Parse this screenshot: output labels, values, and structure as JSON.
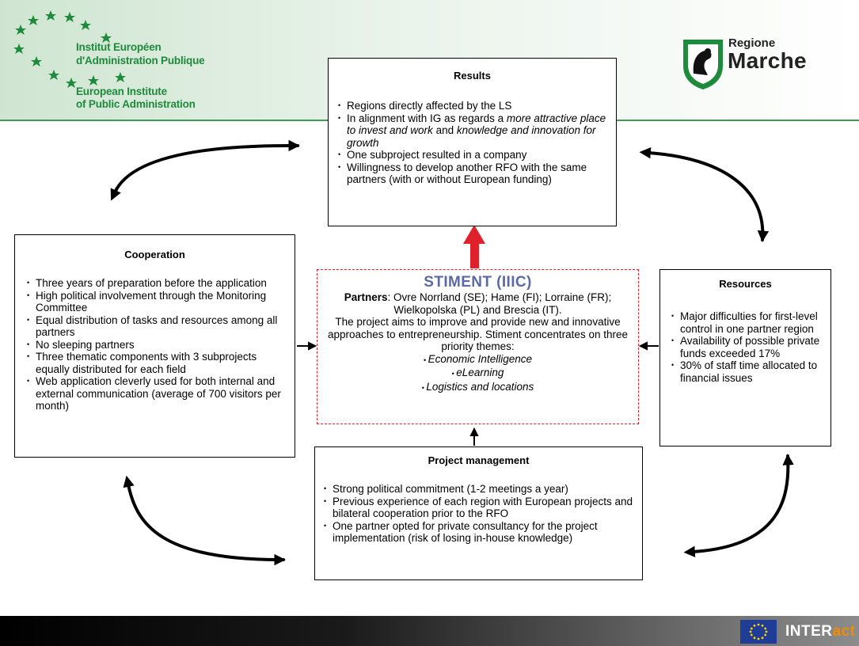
{
  "header": {
    "eipa_lines": [
      "Institut Européen",
      "d'Administration Publique",
      "European Institute",
      "of Public Administration"
    ],
    "marche_small": "Regione",
    "marche_big": "Marche"
  },
  "results": {
    "title": "Results",
    "items": [
      {
        "t": "Regions directly affected by the LS"
      },
      {
        "parts": [
          {
            "t": "In alignment with IG as regards a "
          },
          {
            "t": "more attractive place to invest and work",
            "i": true
          },
          {
            "t": " and "
          },
          {
            "t": "knowledge and innovation for growth",
            "i": true
          }
        ]
      },
      {
        "t": "One subproject resulted in a company"
      },
      {
        "t": "Willingness to develop another RFO with the same partners (with or without European funding)"
      }
    ]
  },
  "cooperation": {
    "title": "Cooperation",
    "items": [
      "Three years of preparation before the application",
      "High political involvement through the Monitoring Committee",
      "Equal distribution of tasks and resources among all partners",
      "No sleeping partners",
      "Three thematic components with 3 subprojects equally distributed for each field",
      "Web application cleverly used for both internal and external communication (average of 700 visitors per month)"
    ]
  },
  "resources": {
    "title": "Resources",
    "items": [
      "Major difficulties for first-level control  in one partner region",
      "Availability of possible private funds   exceeded 17%",
      "30% of staff time allocated to financial issues"
    ]
  },
  "project_management": {
    "title": "Project management",
    "items": [
      "Strong political commitment (1-2 meetings a year)",
      "Previous experience of each region with European projects and bilateral cooperation prior to the RFO",
      "One partner opted for private consultancy for the project implementation (risk of losing in-house knowledge)"
    ]
  },
  "stiment": {
    "title": "STIMENT (IIIC)",
    "partners_label": "Partners",
    "partners_text": ": Ovre Norrland (SE); Hame (FI); Lorraine (FR); Wielkopolska (PL) and Brescia (IT).",
    "description": "The project aims to improve and provide new and innovative approaches to entrepreneurship. Stiment concentrates on three priority themes:",
    "themes": [
      "Economic Intelligence",
      "eLearning",
      "Logistics and locations"
    ]
  },
  "footer": {
    "brand_prefix": "INTER",
    "brand_suffix": "act"
  },
  "colors": {
    "eipa_green": "#1e8a3c",
    "stiment_title": "#5b6aa5",
    "stiment_border": "#e0202a",
    "red_arrow": "#e0202a",
    "interact_orange": "#f28c00"
  }
}
